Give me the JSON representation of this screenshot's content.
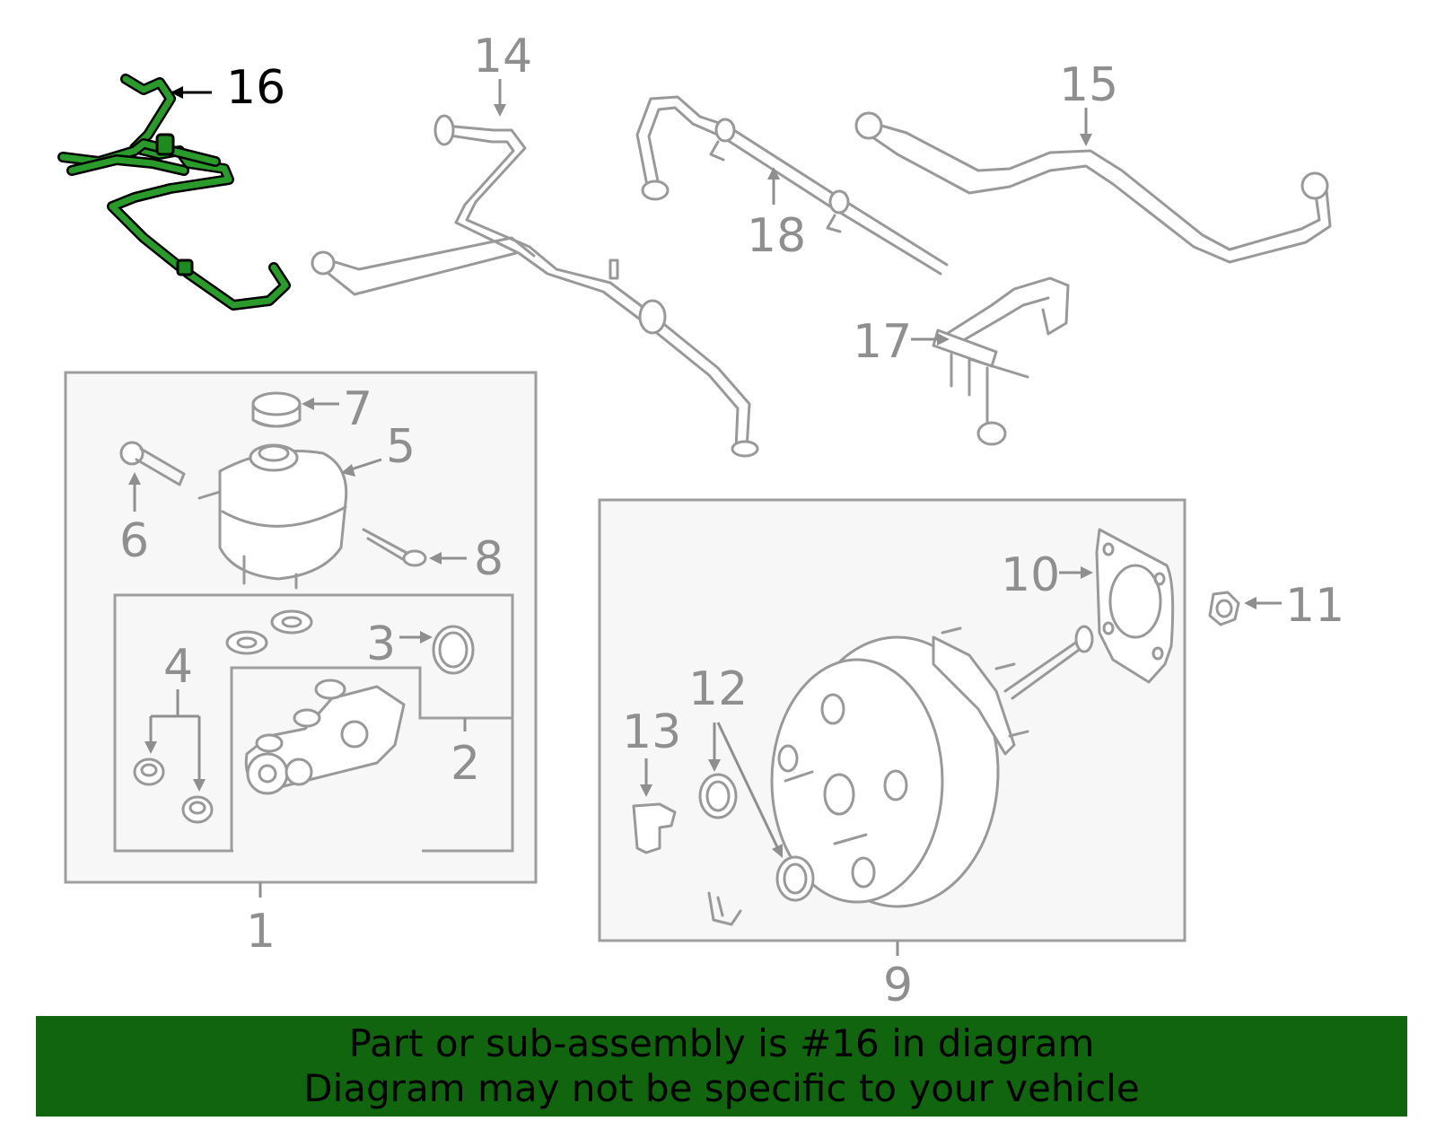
{
  "labels": {
    "p1": "1",
    "p2": "2",
    "p3": "3",
    "p4": "4",
    "p5": "5",
    "p6": "6",
    "p7": "7",
    "p8": "8",
    "p9": "9",
    "p10": "10",
    "p11": "11",
    "p12": "12",
    "p13": "13",
    "p14": "14",
    "p15": "15",
    "p16": "16",
    "p17": "17",
    "p18": "18"
  },
  "highlight_color": "#1f8a1f",
  "banner": {
    "line1": "Part or sub-assembly is #16 in diagram",
    "line2": "Diagram may not be specific to your vehicle",
    "background": "#12650f"
  }
}
